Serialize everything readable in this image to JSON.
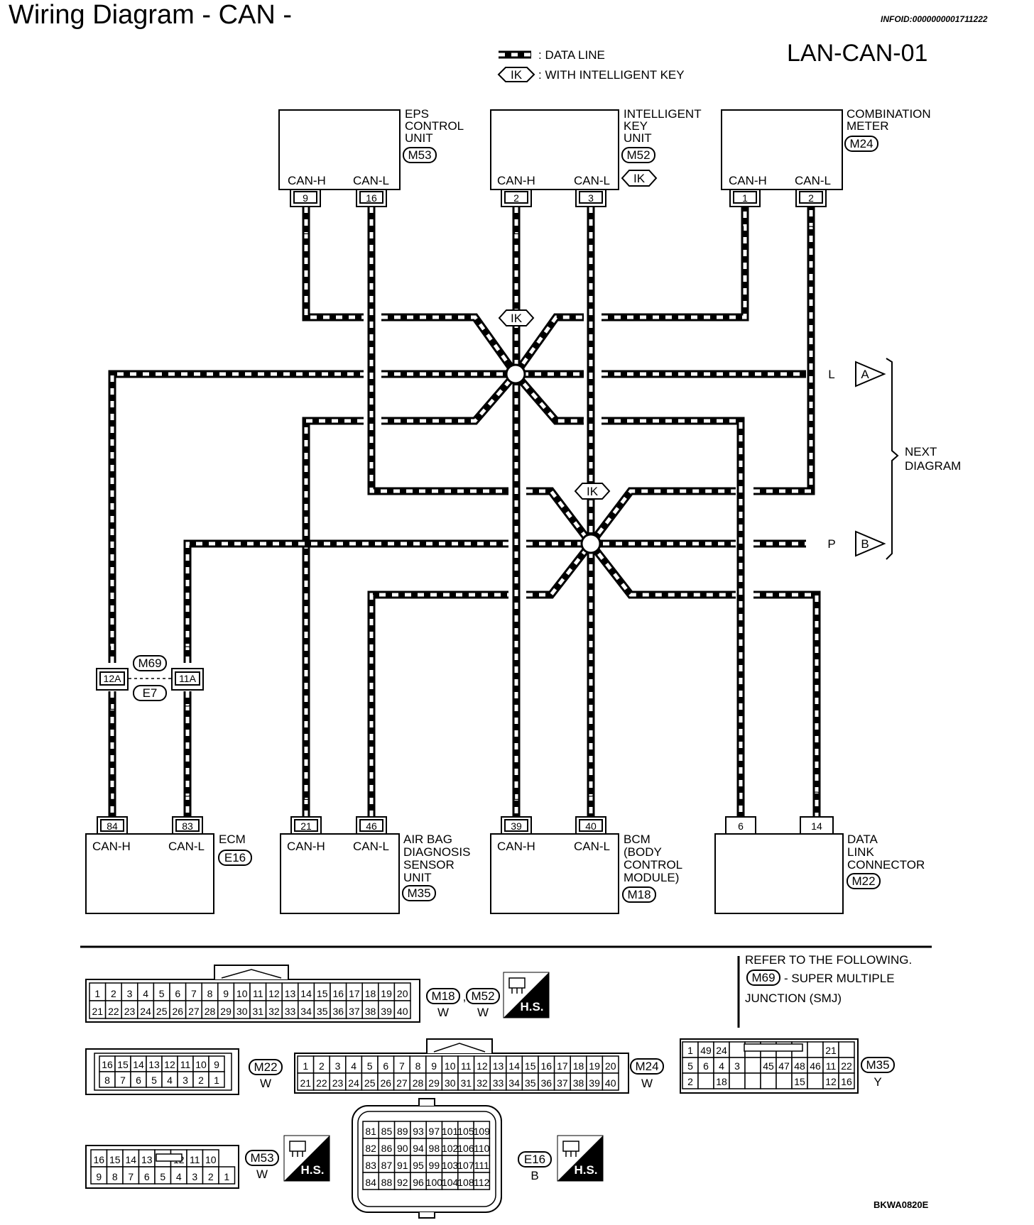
{
  "header": {
    "title": "Wiring Diagram - CAN -",
    "infoid": "INFOID:0000000001711222",
    "diagram_id": "LAN-CAN-01",
    "figure_id": "BKWA0820E"
  },
  "legend": {
    "data_line": ": DATA LINE",
    "intelligent_key": ": WITH INTELLIGENT KEY",
    "ik": "IK"
  },
  "units": {
    "eps": {
      "name": [
        "EPS",
        "CONTROL",
        "UNIT"
      ],
      "connector": "M53",
      "pin_h": "9",
      "pin_l": "16",
      "h": "CAN-H",
      "l": "CAN-L",
      "wire_h": "L",
      "wire_l": "P"
    },
    "ikey": {
      "name": [
        "INTELLIGENT",
        "KEY",
        "UNIT"
      ],
      "connector": "M52",
      "pin_h": "2",
      "pin_l": "3",
      "h": "CAN-H",
      "l": "CAN-L",
      "wire_h": "L",
      "wire_l": "P"
    },
    "meter": {
      "name": [
        "COMBINATION",
        "METER"
      ],
      "connector": "M24",
      "pin_h": "1",
      "pin_l": "2",
      "h": "CAN-H",
      "l": "CAN-L",
      "wire_h": "L",
      "wire_l": "P"
    },
    "ecm": {
      "name": [
        "ECM"
      ],
      "connector": "E16",
      "pin_h": "84",
      "pin_l": "83",
      "h": "CAN-H",
      "l": "CAN-L",
      "wire_h": "L",
      "wire_l": "P"
    },
    "airbag": {
      "name": [
        "AIR BAG",
        "DIAGNOSIS",
        "SENSOR",
        "UNIT"
      ],
      "connector": "M35",
      "pin_h": "21",
      "pin_l": "46",
      "h": "CAN-H",
      "l": "CAN-L",
      "wire_h": "L",
      "wire_l": "P"
    },
    "bcm": {
      "name": [
        "BCM",
        "(BODY",
        "CONTROL",
        "MODULE)"
      ],
      "connector": "M18",
      "pin_h": "39",
      "pin_l": "40",
      "h": "CAN-H",
      "l": "CAN-L",
      "wire_h": "L",
      "wire_l": "P"
    },
    "dlc": {
      "name": [
        "DATA",
        "LINK",
        "CONNECTOR"
      ],
      "connector": "M22",
      "pin_h": "6",
      "pin_l": "14",
      "wire_h": "L",
      "wire_l": "P"
    }
  },
  "junction": {
    "connector_a": "M69",
    "connector_b": "E7",
    "pin_a": "12A",
    "pin_b": "11A",
    "wire_a": "L",
    "wire_b": "P"
  },
  "next_diagram": {
    "label": [
      "NEXT",
      "DIAGRAM"
    ],
    "a": "A",
    "b": "B",
    "wire_a": "L",
    "wire_b": "P"
  },
  "reference": {
    "line1": "REFER TO THE FOLLOWING.",
    "conn": "M69",
    "line2": "- SUPER MULTIPLE",
    "line3": "JUNCTION (SMJ)"
  },
  "connector_views": {
    "c20": {
      "row1": [
        "1",
        "2",
        "3",
        "4",
        "5",
        "6",
        "7",
        "8",
        "9",
        "10",
        "11",
        "12",
        "13",
        "14",
        "15",
        "16",
        "17",
        "18",
        "19",
        "20"
      ],
      "row2": [
        "21",
        "22",
        "23",
        "24",
        "25",
        "26",
        "27",
        "28",
        "29",
        "30",
        "31",
        "32",
        "33",
        "34",
        "35",
        "36",
        "37",
        "38",
        "39",
        "40"
      ],
      "label1": "M18",
      "label2": "M52",
      "color": "W"
    },
    "m24": {
      "label": "M24",
      "color": "W"
    },
    "m22": {
      "row1": [
        "16",
        "15",
        "14",
        "13",
        "12",
        "11",
        "10",
        "9"
      ],
      "row2": [
        "8",
        "7",
        "6",
        "5",
        "4",
        "3",
        "2",
        "1"
      ],
      "label": "M22",
      "color": "W"
    },
    "m35": {
      "row1": [
        "1",
        "49",
        "24",
        "",
        "",
        "",
        "",
        "",
        "",
        "21",
        ""
      ],
      "row2": [
        "5",
        "6",
        "4",
        "3",
        "",
        "45",
        "47",
        "48",
        "46",
        "11",
        "22"
      ],
      "row3": [
        "2",
        "",
        "18",
        "",
        "",
        "",
        "",
        "15",
        "",
        "12",
        "16"
      ],
      "label": "M35",
      "color": "Y"
    },
    "m53": {
      "row1": [
        "16",
        "15",
        "14",
        "13",
        "",
        "12",
        "11",
        "10"
      ],
      "row2": [
        "9",
        "8",
        "7",
        "6",
        "5",
        "4",
        "3",
        "2",
        "1"
      ],
      "label": "M53",
      "color": "W"
    },
    "e16": {
      "cols": [
        [
          "81",
          "82",
          "83",
          "84"
        ],
        [
          "85",
          "86",
          "87",
          "88"
        ],
        [
          "89",
          "90",
          "91",
          "92"
        ],
        [
          "93",
          "94",
          "95",
          "96"
        ],
        [
          "97",
          "98",
          "99",
          "100"
        ],
        [
          "101",
          "102",
          "103",
          "104"
        ],
        [
          "105",
          "106",
          "107",
          "108"
        ],
        [
          "109",
          "110",
          "111",
          "112"
        ]
      ],
      "label": "E16",
      "color": "B"
    },
    "hs": "H.S."
  }
}
